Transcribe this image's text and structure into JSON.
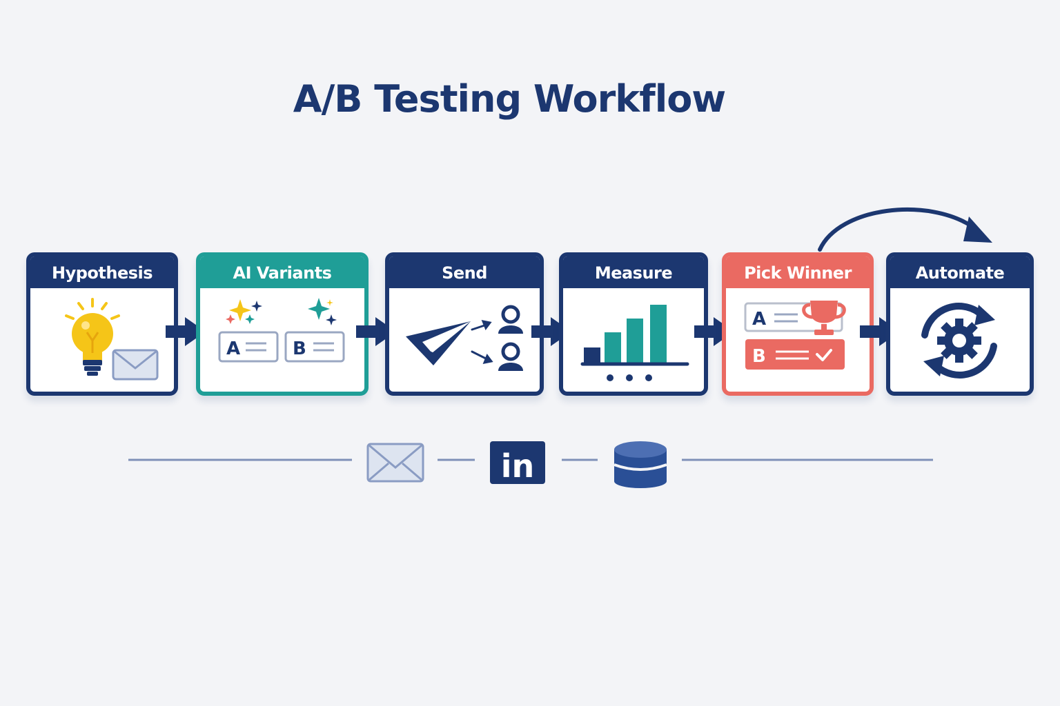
{
  "title": "A/B Testing Workflow",
  "steps": [
    {
      "label": "Hypothesis",
      "icons": [
        "lightbulb-icon",
        "envelope-icon"
      ]
    },
    {
      "label": "AI Variants",
      "icons": [
        "sparkle-icon",
        "variant-a-card",
        "variant-b-card"
      ],
      "variant_a": "A",
      "variant_b": "B"
    },
    {
      "label": "Send",
      "icons": [
        "paper-plane-icon",
        "user-icon"
      ]
    },
    {
      "label": "Measure",
      "icons": [
        "bar-chart-icon"
      ]
    },
    {
      "label": "Pick Winner",
      "icons": [
        "trophy-icon",
        "check-icon"
      ],
      "variant_a": "A",
      "variant_b": "B"
    },
    {
      "label": "Automate",
      "icons": [
        "gear-cycle-icon"
      ]
    }
  ],
  "channels": {
    "icons": [
      "envelope-icon",
      "linkedin-icon",
      "database-icon"
    ],
    "linkedin_text": "in"
  },
  "colors": {
    "navy": "#1c3770",
    "teal": "#1f9e97",
    "coral": "#ea6a62",
    "yellow": "#f5c518",
    "background": "#f3f4f7"
  }
}
